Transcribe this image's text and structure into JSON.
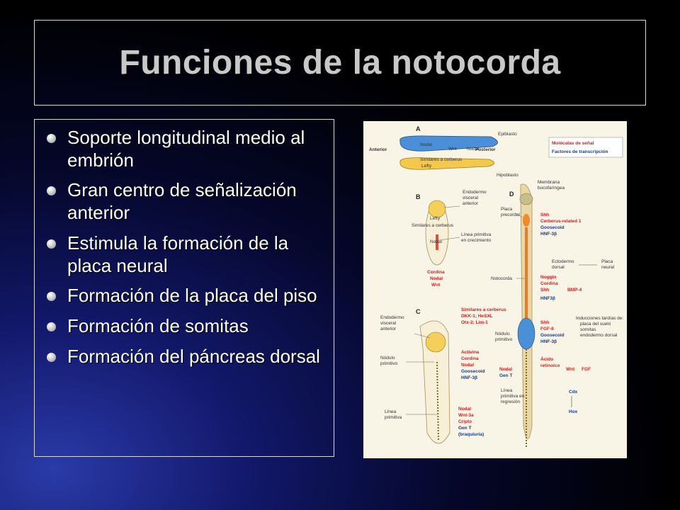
{
  "slide": {
    "title": "Funciones de la notocorda",
    "bullets": [
      "Soporte longitudinal medio al embrión",
      "Gran centro de señalización anterior",
      "Estimula la formación de la placa neural",
      "Formación de la placa del piso",
      "Formación de somitas",
      "Formación del páncreas dorsal"
    ]
  },
  "figure": {
    "panels": [
      "A",
      "B",
      "C",
      "D"
    ],
    "legend": [
      "Moléculas de señal",
      "Factores de transcripción"
    ],
    "labels": {
      "anterior": "Anterior",
      "posterior": "Posterior",
      "epiblasto": "Epiblasto",
      "hipoblasto": "Hipoblasto",
      "nodal": "Nodal",
      "wnt_nodal": "Wnt",
      "nodal2": "Nodal",
      "similares_a": "Similares a cerberus",
      "lefty_a": "Lefty",
      "endodermo_b1": "Endodermo",
      "endodermo_b2": "visceral",
      "endodermo_b3": "anterior",
      "lefty_b": "Lefty",
      "similares_b": "Similares a cerberus",
      "linea_b1": "Línea primitiva",
      "linea_b2": "en crecimiento",
      "nodal_b": "Nodal",
      "b_red": [
        "Cordina",
        "Nodal",
        "Wnt"
      ],
      "membrana1": "Membrana",
      "membrana2": "bucofaríngea",
      "placa1": "Placa",
      "placa2": "precordal",
      "d_shh_group": [
        "Shh",
        "Cerberus-related 1"
      ],
      "d_goose_group": [
        "Goosecoid",
        "HNF-3β"
      ],
      "ectodermo1": "Ectodermo",
      "ectodermo2": "dorsal",
      "placa_neural1": "Placa",
      "placa_neural2": "neural",
      "noggin": [
        "Noggin",
        "Cordina",
        "Shh"
      ],
      "hnf3b": "HNF3β",
      "bmp4": "BMP-4",
      "notocorda": "Notocorda",
      "c_end1": "Endodermo",
      "c_end2": "visceral",
      "c_end3": "anterior",
      "c_red1": [
        "Similares a cerberus",
        "DKK-1; HeSXL",
        "Otx-2; Lim-1"
      ],
      "nodulo_c1": "Nódulo",
      "nodulo_c2": "primitivo",
      "c_red2": [
        "Activina",
        "Cordina",
        "Nodal"
      ],
      "c_blue2": [
        "Goosecoid",
        "HNF-3β"
      ],
      "linea_c1": "Línea",
      "linea_c2": "primitiva",
      "c_red3": [
        "Nodal",
        "Wnt-3a",
        "Cripto"
      ],
      "c_blue3": [
        "Gen T",
        "(braquiuria)"
      ],
      "d_shh2": [
        "Shh",
        "FGF-8"
      ],
      "d_blue2": [
        "Goosecoid",
        "HNF-3β"
      ],
      "inducciones": [
        "Inducciones tardías de:",
        "placa del suelo",
        "somitas",
        "endodermo dorsal"
      ],
      "nodulo_d1": "Nódulo",
      "nodulo_d2": "primitivo",
      "acido1": "Ácido",
      "acido2": "retinoico",
      "wnt_d": "Wnt",
      "fgf_d": "FGF",
      "nodal_d": "Nodal",
      "gent_d": "Gen T",
      "cdx": "Cdx",
      "hox": "Hox",
      "linea_d": [
        "Línea",
        "primitiva en",
        "regresión"
      ]
    }
  }
}
